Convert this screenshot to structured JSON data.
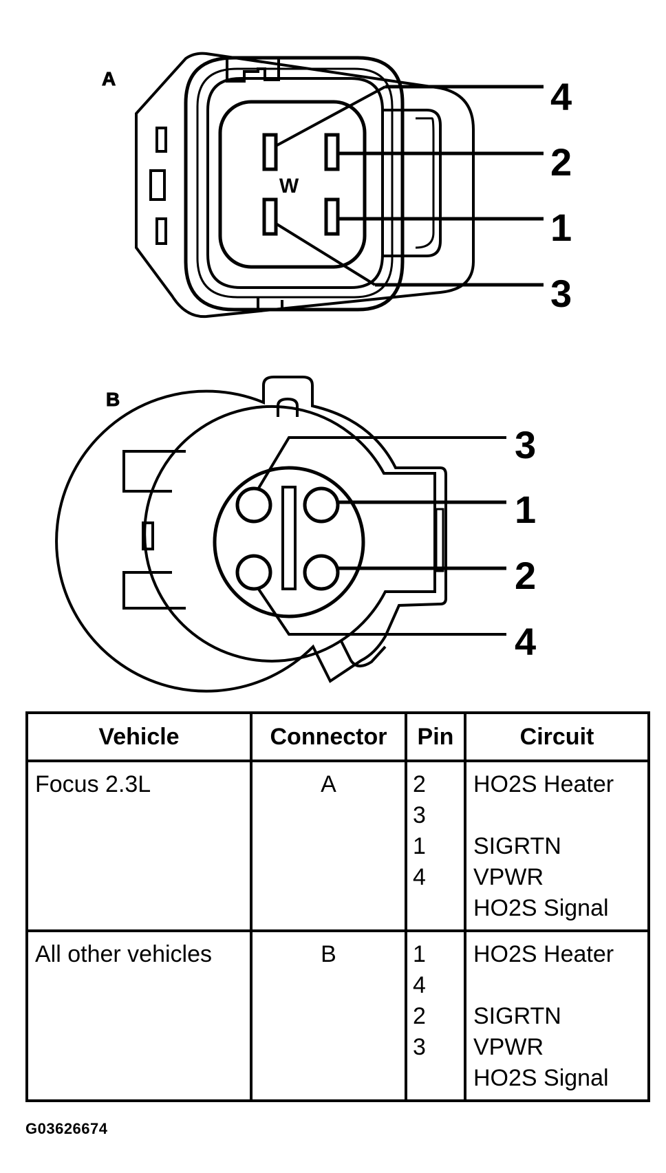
{
  "connectors": {
    "a": {
      "label": "A",
      "key_mark": "W",
      "callouts": [
        "4",
        "2",
        "1",
        "3"
      ]
    },
    "b": {
      "label": "B",
      "callouts": [
        "3",
        "1",
        "2",
        "4"
      ]
    }
  },
  "table": {
    "headers": [
      "Vehicle",
      "Connector",
      "Pin",
      "Circuit"
    ],
    "rows": [
      {
        "vehicle": "Focus 2.3L",
        "connector": "A",
        "pins": [
          "2",
          "3",
          "1",
          "4"
        ],
        "circuits": [
          "HO2S Heater",
          "",
          "SIGRTN",
          "VPWR",
          "HO2S Signal"
        ]
      },
      {
        "vehicle": "All other vehicles",
        "connector": "B",
        "pins": [
          "1",
          "4",
          "2",
          "3"
        ],
        "circuits": [
          "HO2S Heater",
          "",
          "SIGRTN",
          "VPWR",
          "HO2S Signal"
        ]
      }
    ]
  },
  "figure_id": "G03626674"
}
